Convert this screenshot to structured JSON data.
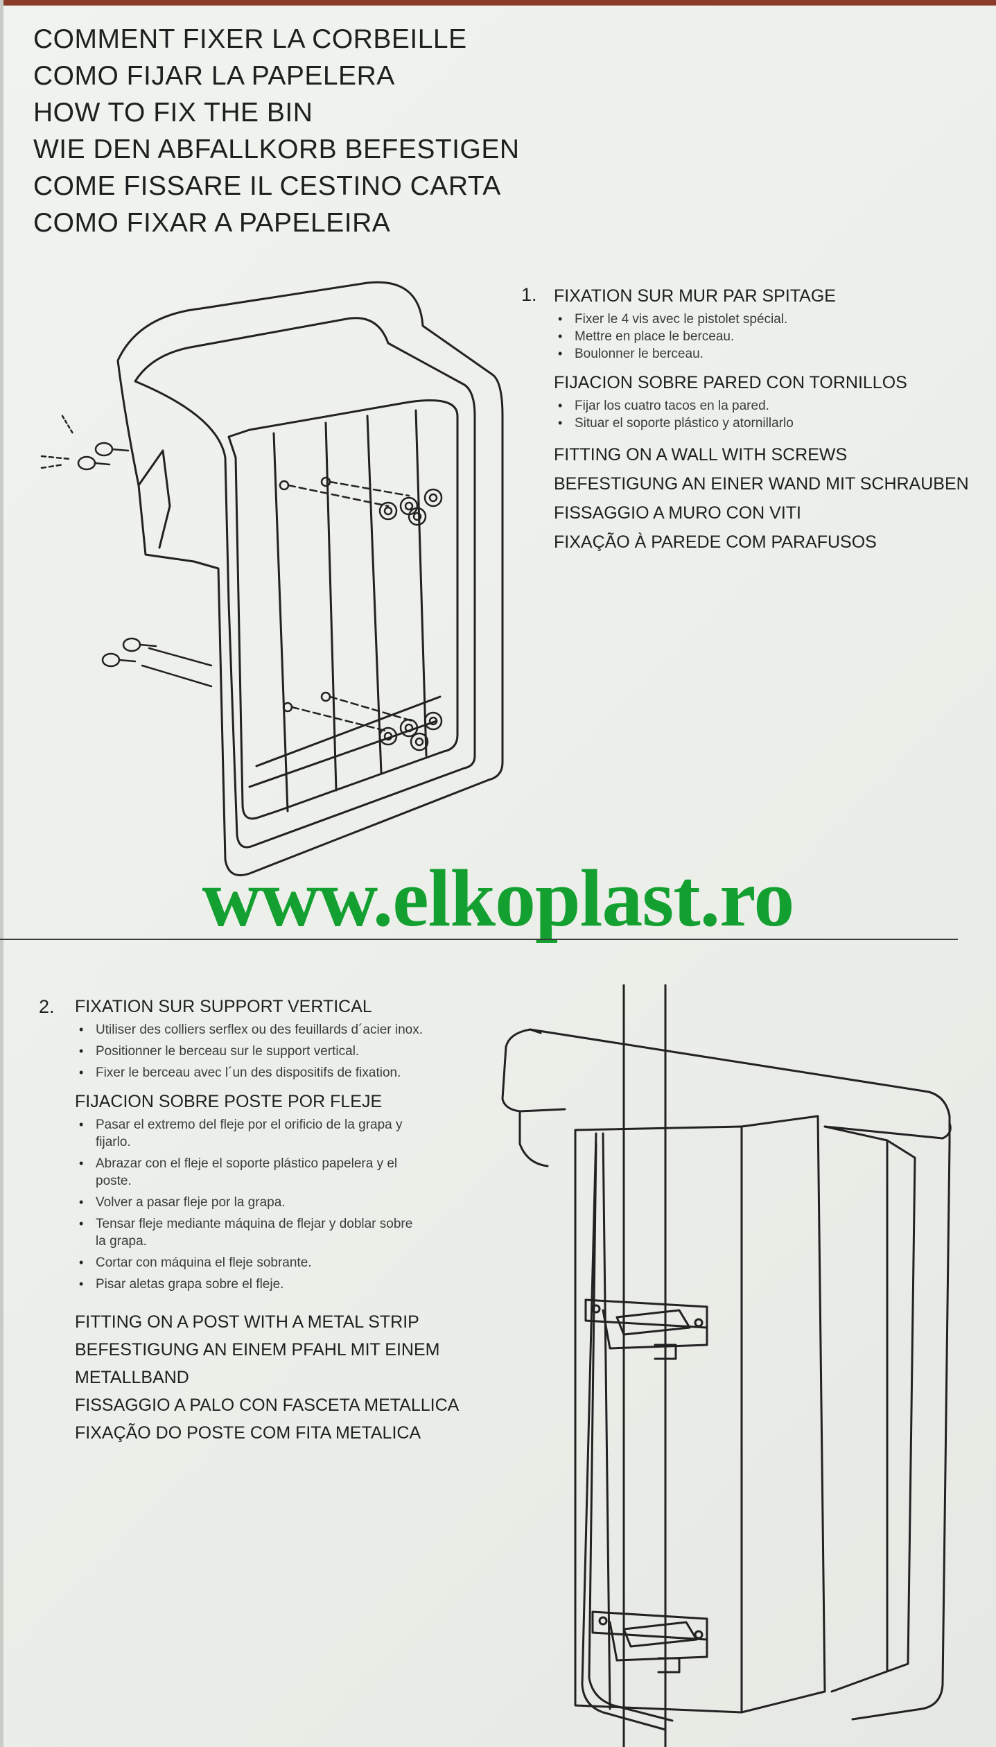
{
  "titles": [
    "COMMENT FIXER LA CORBEILLE",
    "COMO FIJAR LA PAPELERA",
    "HOW TO FIX THE BIN",
    "WIE DEN ABFALLKORB BEFESTIGEN",
    "COME FISSARE IL CESTINO CARTA",
    "COMO FIXAR A PAPELEIRA"
  ],
  "section1": {
    "number": "1.",
    "heading_fr": "FIXATION SUR MUR PAR SPITAGE",
    "bullets_fr": [
      "Fixer le 4 vis avec le pistolet spécial.",
      "Mettre en place le berceau.",
      "Boulonner le berceau."
    ],
    "heading_es": "FIJACION SOBRE PARED CON TORNILLOS",
    "bullets_es": [
      "Fijar los cuatro tacos en la pared.",
      "Situar el soporte plástico y atornillarlo"
    ],
    "heading_en": "FITTING ON A WALL WITH SCREWS",
    "heading_de": "BEFESTIGUNG AN EINER WAND MIT SCHRAUBEN",
    "heading_it": "FISSAGGIO A MURO CON VITI",
    "heading_pt": "FIXAÇÃO À PAREDE COM PARAFUSOS"
  },
  "section2": {
    "number": "2.",
    "heading_fr": "FIXATION SUR SUPPORT VERTICAL",
    "bullets_fr": [
      "Utiliser des colliers serflex ou des feuillards d´acier inox.",
      "Positionner le berceau sur le support vertical.",
      "Fixer le berceau avec l´un des dispositifs de fixation."
    ],
    "heading_es": "FIJACION SOBRE POSTE POR FLEJE",
    "bullets_es": [
      "Pasar el extremo del fleje por el orificio de la grapa y fijarlo.",
      "Abrazar con el fleje el soporte plástico papelera y el poste.",
      "Volver a pasar fleje por la grapa.",
      "Tensar fleje mediante máquina de flejar y doblar sobre la grapa.",
      "Cortar con máquina el fleje sobrante.",
      "Pisar aletas grapa sobre el fleje."
    ],
    "heading_en": "FITTING ON A POST WITH A METAL STRIP",
    "heading_de": "BEFESTIGUNG AN EINEM PFAHL MIT EINEM METALLBAND",
    "heading_it": "FISSAGGIO A PALO CON FASCETA METALLICA",
    "heading_pt": "FIXAÇÃO DO POSTE COM FITA METALICA"
  },
  "watermark": "www.elkoplast.ro",
  "colors": {
    "watermark": "#14a030",
    "paper": "#eef0ec",
    "ink": "#1e2020"
  },
  "icons": [
    "wall-cradle-illustration",
    "post-mount-illustration"
  ]
}
